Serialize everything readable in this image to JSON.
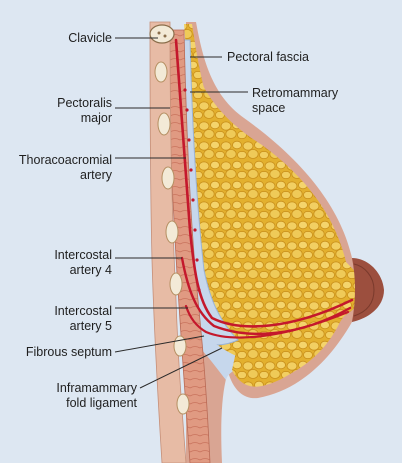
{
  "labels": {
    "clavicle": [
      "Clavicle"
    ],
    "pectoral_fascia": [
      "Pectoral fascia"
    ],
    "retromammary_space": [
      "Retromammary",
      "space"
    ],
    "pectoralis_major": [
      "Pectoralis",
      "major"
    ],
    "thoracoacromial_artery": [
      "Thoracoacromial",
      "artery"
    ],
    "intercostal_artery_4": [
      "Intercostal",
      "artery 4"
    ],
    "intercostal_artery_5": [
      "Intercostal",
      "artery 5"
    ],
    "fibrous_septum": [
      "Fibrous septum"
    ],
    "inframammary_fold_ligament": [
      "Inframammary",
      "fold ligament"
    ]
  },
  "colors": {
    "background": "#dde7f2",
    "fat": "#e8b93a",
    "fat_lobule": "#f3d166",
    "skin": "#d9a593",
    "muscle": "#d98b74",
    "artery": "#c4182c",
    "fascia": "#b8cde6",
    "nipple": "#9c4f3e",
    "leader_line": "#2a2a2a"
  }
}
